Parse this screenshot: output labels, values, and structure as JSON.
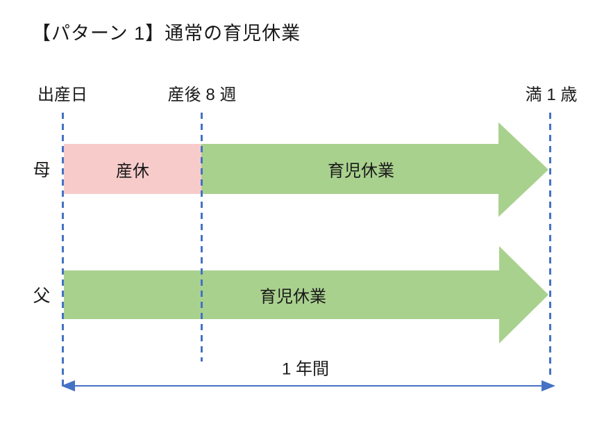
{
  "title": "【パターン 1】通常の育児休業",
  "colors": {
    "maternity_pink": "#F8CBCB",
    "childcare_green": "#A9D18E",
    "timeline_blue": "#4472C4",
    "text": "#1A1A1A"
  },
  "timeline": {
    "markers": [
      {
        "id": "birth",
        "label": "出産日"
      },
      {
        "id": "week8",
        "label": "産後 8 週"
      },
      {
        "id": "age1",
        "label": "満 1 歳"
      }
    ]
  },
  "rows": [
    {
      "id": "mother",
      "label": "母",
      "segments": [
        {
          "id": "maternity",
          "label": "産休"
        },
        {
          "id": "childcare",
          "label": "育児休業"
        }
      ]
    },
    {
      "id": "father",
      "label": "父",
      "segments": [
        {
          "id": "childcare",
          "label": "育児休業"
        }
      ]
    }
  ],
  "duration": {
    "label": "1 年間"
  }
}
